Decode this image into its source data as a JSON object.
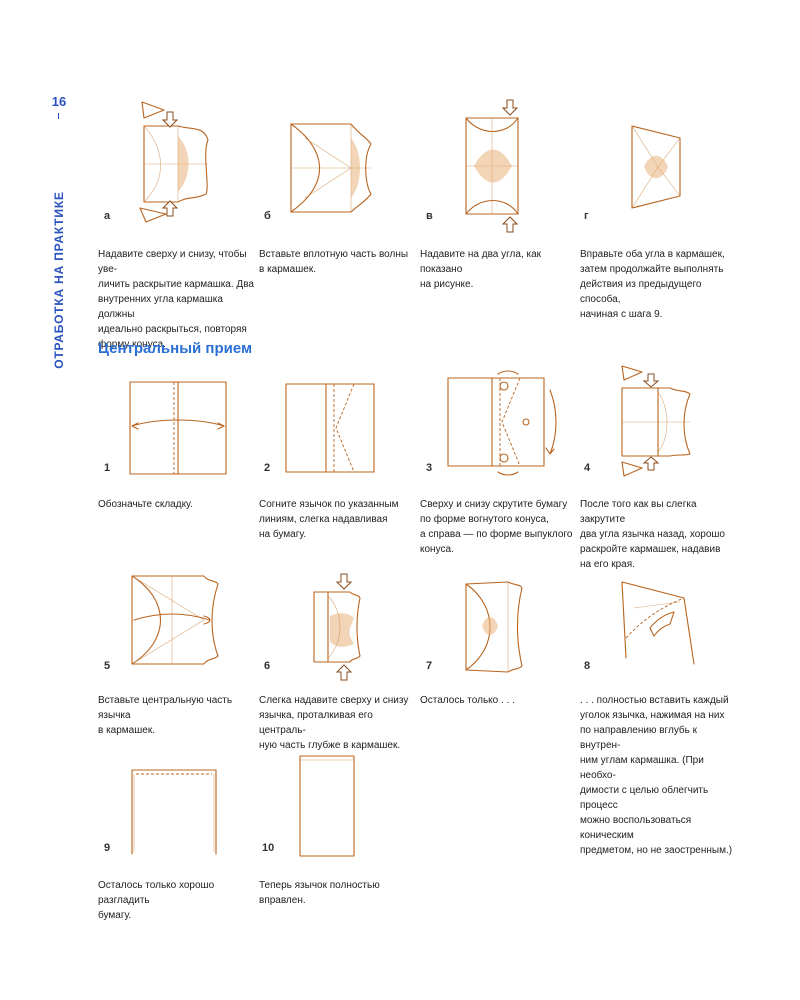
{
  "page": {
    "number": "16",
    "side_title": "ОТРАБОТКА НА ПРАКТИКЕ",
    "section_heading": "Центральный прием"
  },
  "top_steps": [
    {
      "label": "а",
      "caption": "Надавите сверху и снизу, чтобы уве-\nличить раскрытие кармашка. Два\nвнутренних угла кармашка должны\nидеально раскрыться, повторяя\nформу конуса."
    },
    {
      "label": "б",
      "caption": "Вставьте вплотную часть волны\nв кармашек."
    },
    {
      "label": "в",
      "caption": "Надавите на два угла, как показано\nна рисунке."
    },
    {
      "label": "г",
      "caption": "Вправьте оба угла в кармашек,\nзатем продолжайте выполнять\nдействия из предыдущего способа,\nначиная с шага 9."
    }
  ],
  "steps": [
    {
      "label": "1",
      "caption": "Обозначьте складку."
    },
    {
      "label": "2",
      "caption": "Согните язычок по указанным\nлиниям, слегка надавливая\nна бумагу."
    },
    {
      "label": "3",
      "caption": "Сверху и снизу скрутите бумагу\nпо форме вогнутого конуса,\nа справа — по форме выпуклого\nконуса."
    },
    {
      "label": "4",
      "caption": "После того как вы слегка закрутите\nдва угла язычка назад, хорошо\nраскройте кармашек, надавив\nна его края."
    },
    {
      "label": "5",
      "caption": "Вставьте центральную часть язычка\nв кармашек."
    },
    {
      "label": "6",
      "caption": "Слегка надавите сверху и снизу\nязычка, проталкивая его централь-\nную часть глубже в кармашек."
    },
    {
      "label": "7",
      "caption": "Осталось только . . ."
    },
    {
      "label": "8",
      "caption": ". . . полностью вставить каждый\nуголок язычка, нажимая на них\nпо направлению вглубь к внутрен-\nним углам кармашка. (При необхо-\nдимости с целью облегчить процесс\nможно воспользоваться коническим\nпредметом, но не заостренным.)"
    },
    {
      "label": "9",
      "caption": "Осталось только хорошо разгладить\nбумагу."
    },
    {
      "label": "10",
      "caption": "Теперь язычок полностью вправлен."
    }
  ]
}
